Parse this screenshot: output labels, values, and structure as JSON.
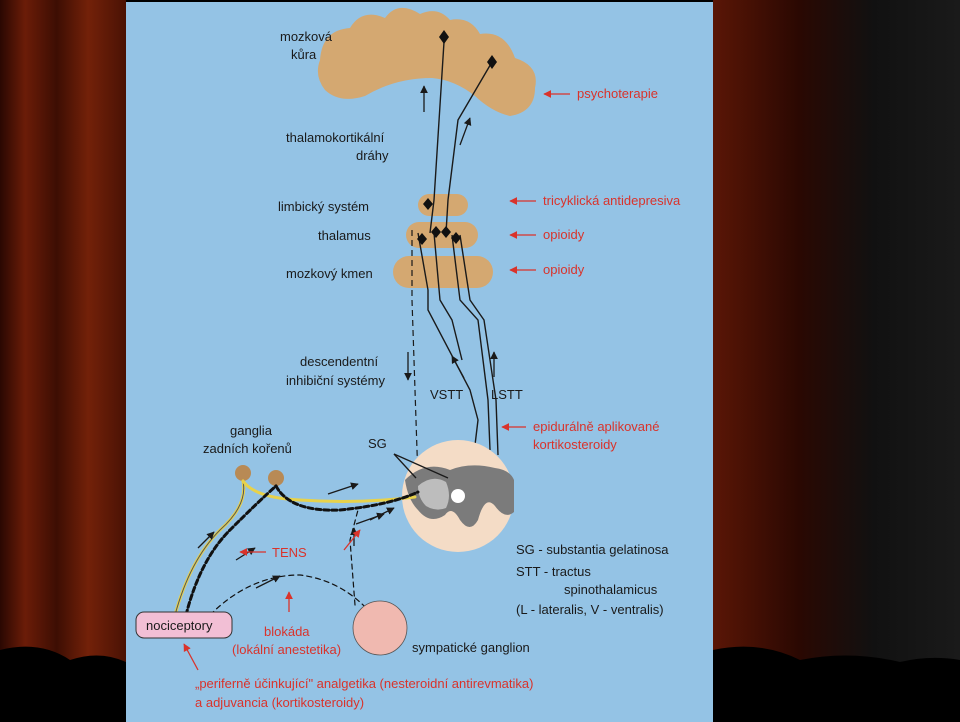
{
  "cortex": {
    "label_line1": "mozková",
    "label_line2": "kůra"
  },
  "thalamocortical": {
    "line1": "thalamokortikální",
    "line2": "dráhy"
  },
  "structures": {
    "limbic": "limbický systém",
    "thalamus": "thalamus",
    "brainstem": "mozkový kmen"
  },
  "descending": {
    "line1": "descendentní",
    "line2": "inhibiční systémy"
  },
  "tracts": {
    "vstt": "VSTT",
    "lstt": "LSTT"
  },
  "ganglia": {
    "line1": "ganglia",
    "line2": "zadních kořenů"
  },
  "sg_label": "SG",
  "treatments": {
    "psychotherapy": "psychoterapie",
    "tricyclic": "tricyklická antidepresiva",
    "opioids_thalamus": "opioidy",
    "opioids_brainstem": "opioidy",
    "epidural_line1": "epidurálně aplikované",
    "epidural_line2": "kortikosteroidy",
    "tens": "TENS",
    "blockade_line1": "blokáda",
    "blockade_line2": "(lokální anestetika)",
    "peripheral_line1": "„periferně účinkující\" analgetika (nesteroidní antirevmatika)",
    "peripheral_line2": "a adjuvancia (kortikosteroidy)"
  },
  "nociceptors": "nociceptory",
  "sympathetic": "sympatické ganglion",
  "legend": {
    "sg": "SG   - substantia gelatinosa",
    "stt1": "STT - tractus",
    "stt2": "spinothalamicus",
    "stt3": "(L - lateralis, V - ventralis)"
  },
  "colors": {
    "panel": "#94c3e5",
    "tan": "#d4a871",
    "curtain": "#5a1606",
    "red_text": "#d9332b",
    "yellow_fiber": "#e8d24a",
    "pink_box": "#f2bfd5"
  }
}
